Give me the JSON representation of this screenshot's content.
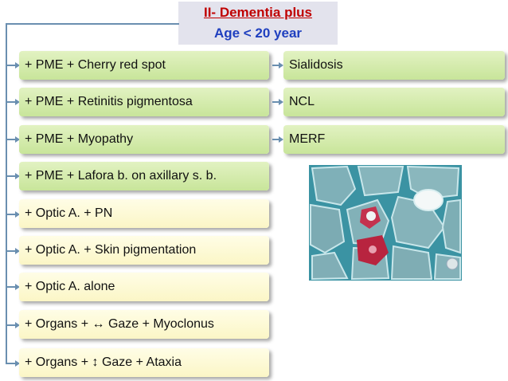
{
  "title": {
    "line1": "II- Dementia plus",
    "line2": "Age < 20 year"
  },
  "left_boxes": [
    {
      "label": "+ PME + Cherry red spot",
      "style": "green"
    },
    {
      "label": "+ PME + Retinitis pigmentosa",
      "style": "green"
    },
    {
      "label": "+ PME + Myopathy",
      "style": "green"
    },
    {
      "label": "+ PME + Lafora b. on axillary s. b.",
      "style": "green"
    },
    {
      "label": "+ Optic A. + PN",
      "style": "yellow"
    },
    {
      "label": "+ Optic A. + Skin pigmentation",
      "style": "yellow"
    },
    {
      "label": "+ Optic A. alone",
      "style": "yellow"
    },
    {
      "label": "+ Organs + ↔ Gaze + Myoclonus",
      "style": "yellow"
    },
    {
      "label": "+ Organs + ↕ Gaze + Ataxia",
      "style": "yellow"
    }
  ],
  "right_boxes": [
    {
      "label": "Sialidosis"
    },
    {
      "label": "NCL"
    },
    {
      "label": "MERF"
    }
  ],
  "colors": {
    "title_red": "#c00000",
    "title_blue": "#1f3fbf",
    "connector": "#6a8fb0",
    "green_box": "#d3eaab",
    "yellow_box": "#fdf9d4"
  }
}
